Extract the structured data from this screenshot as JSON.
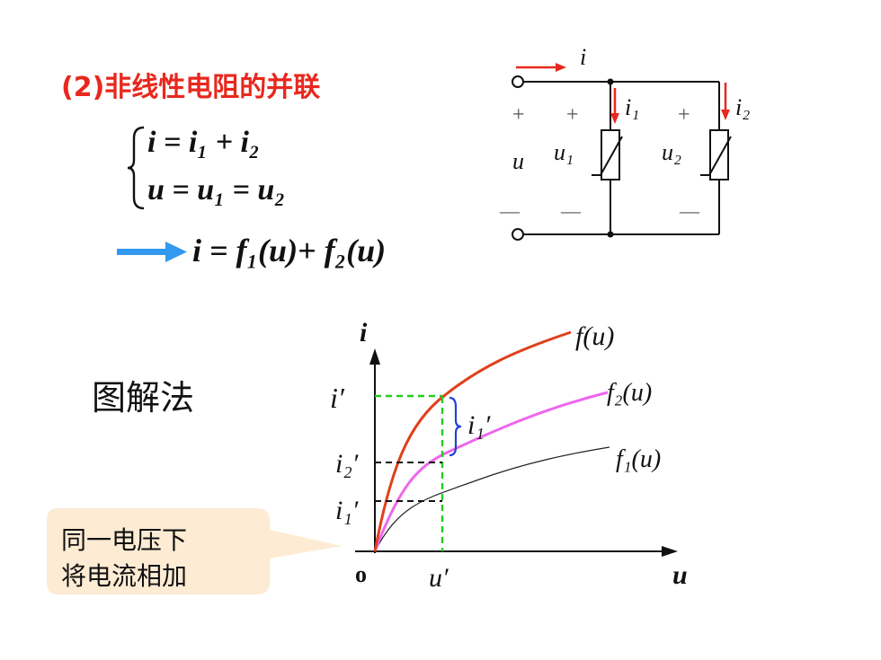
{
  "title": "(2)非线性电阻的并联",
  "equations": {
    "eq1": "i = i₁ + i₂",
    "eq2": "u = u₁ = u₂",
    "result": "i = f₁(u)+ f₂(u)"
  },
  "method_label": "图解法",
  "callout": {
    "line1": "同一电压下",
    "line2": "将电流相加"
  },
  "circuit": {
    "current_total": "i",
    "current_1": "i₁",
    "current_2": "i₂",
    "voltage": "u",
    "voltage_1": "u₁",
    "voltage_2": "u₂",
    "plus": "+",
    "minus": "—"
  },
  "graph": {
    "y_axis_label": "i",
    "x_axis_label": "u",
    "origin_label": "o",
    "curve_f": "f(u)",
    "curve_f2": "f₂(u)",
    "curve_f1": "f₁(u)",
    "tick_i_prime": "i′",
    "tick_i2_prime": "i₂′",
    "tick_i1_prime": "i₁′",
    "brace_label": "i₁′",
    "tick_u_prime": "u′"
  },
  "colors": {
    "title": "#e8281e",
    "arrow": "#3399ee",
    "curve_f": "#e0401a",
    "curve_f2": "#ee66ee",
    "curve_f1": "#222222",
    "guide_green": "#22cc22",
    "brace": "#2244cc",
    "current_arrow": "#e8281e",
    "callout_bg": "#fdebd4"
  }
}
